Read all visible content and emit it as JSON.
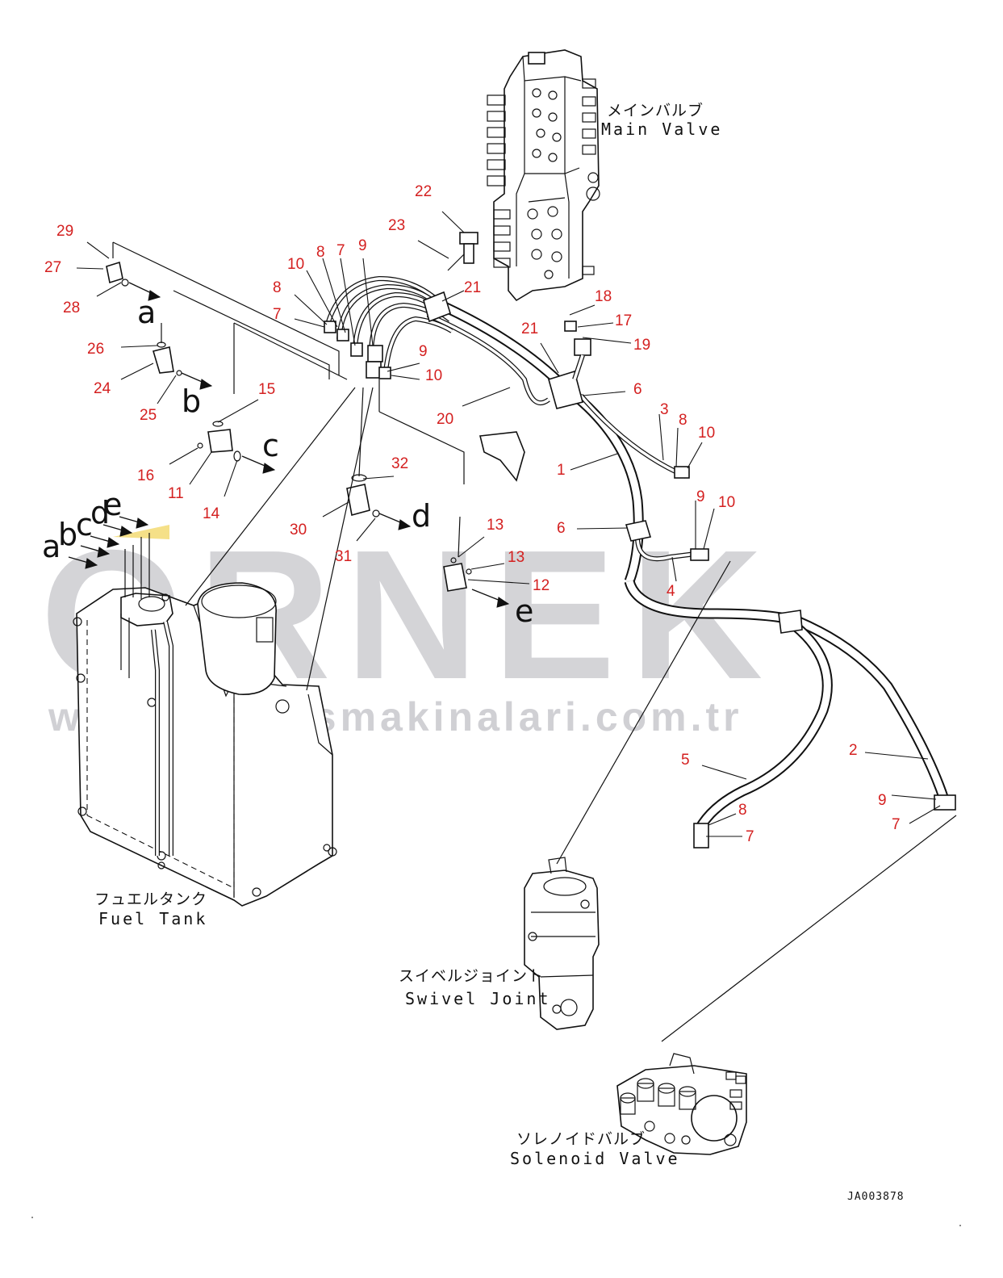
{
  "watermark": {
    "brand": "ORNEK",
    "url": "www.ornekismakinalari.com.tr"
  },
  "components": {
    "main_valve": {
      "label_jp": "メインバルブ",
      "label_en": "Main Valve"
    },
    "fuel_tank": {
      "label_jp": "フュエルタンク",
      "label_en": "Fuel Tank"
    },
    "swivel_joint": {
      "label_jp": "スイベルジョイント",
      "label_en": "Swivel Joint"
    },
    "solenoid_valve": {
      "label_jp": "ソレノイドバルブ",
      "label_en": "Solenoid Valve"
    }
  },
  "drawing_code": "JA003878",
  "callouts": [
    "29",
    "27",
    "28",
    "26",
    "24",
    "25",
    "15",
    "16",
    "11",
    "14",
    "10",
    "8",
    "7",
    "9",
    "8",
    "7",
    "9",
    "10",
    "22",
    "23",
    "21",
    "21",
    "20",
    "18",
    "17",
    "19",
    "6",
    "3",
    "8",
    "10",
    "1",
    "9",
    "10",
    "6",
    "4",
    "32",
    "30",
    "31",
    "13",
    "13",
    "12",
    "5",
    "2",
    "9",
    "7",
    "8",
    "7"
  ],
  "arrow_letters": [
    "a",
    "b",
    "c",
    "d",
    "e"
  ],
  "tank_arrow_letters": [
    "a",
    "b",
    "c",
    "d",
    "e"
  ]
}
